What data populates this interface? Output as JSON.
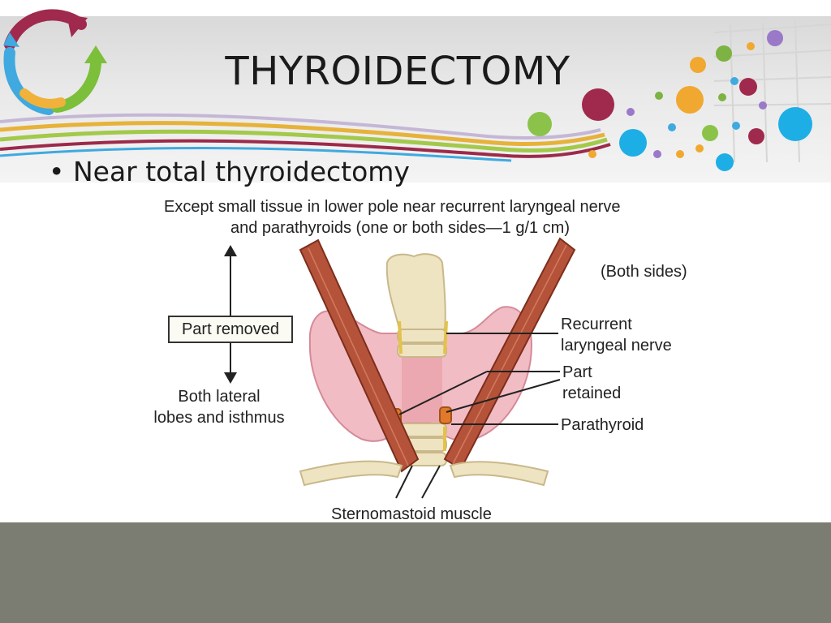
{
  "slide": {
    "title": "THYROIDECTOMY",
    "bullet": "• Near total thyroidectomy"
  },
  "figure": {
    "caption_line1": "Except small tissue in lower pole near recurrent laryngeal nerve",
    "caption_line2": "and parathyroids (one or both sides—1 g/1 cm)",
    "part_removed": "Part removed",
    "both_lateral_line1": "Both lateral",
    "both_lateral_line2": "lobes and isthmus",
    "both_sides": "(Both sides)",
    "recurrent_line1": "Recurrent",
    "recurrent_line2": "laryngeal nerve",
    "part_retained_line1": "Part",
    "part_retained_line2": "retained",
    "parathyroid": "Parathyroid",
    "sternomastoid": "Sternomastoid muscle"
  },
  "colors": {
    "footer": "#7b7d73",
    "thyroid": "#f2bcc4",
    "muscle": "#b5533a",
    "cartilage": "#efe4c2"
  }
}
